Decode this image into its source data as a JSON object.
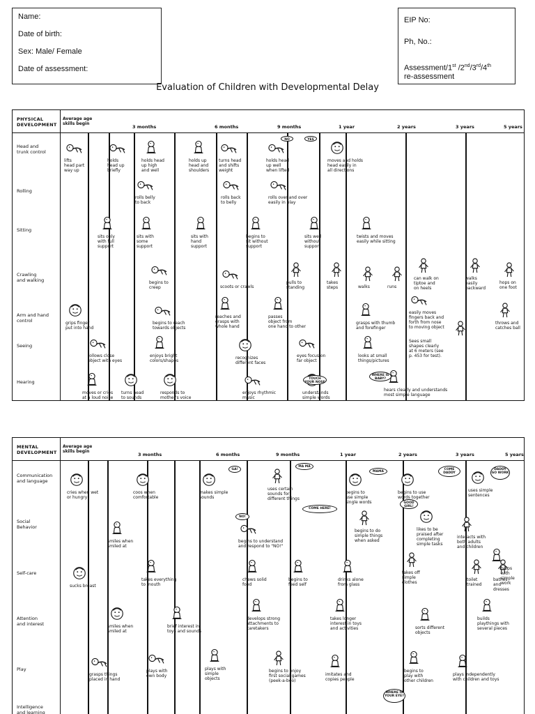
{
  "patient_box": {
    "name": "Name:",
    "dob": "Date of birth:",
    "sex": "Sex:  Male/ Female",
    "assessment_date": "Date of assessment:"
  },
  "eip_box": {
    "eip": "EIP No:",
    "phone": "Ph, No.:",
    "assessment_a": "Assessment/1",
    "sup1": "st",
    "sep1": " /2",
    "sup2": "nd",
    "sep2": "/3",
    "sup3": "rd",
    "sep3": "/4",
    "sup4": "th",
    "reassess": "re-assessment"
  },
  "title": "Evaluation of Children with Developmental Delay",
  "physical": {
    "section": [
      "PHYSICAL",
      "DEVELOPMENT"
    ],
    "age_begin": [
      "Average age",
      "skills begin"
    ],
    "ages": [
      "3 months",
      "6 months",
      "9 months",
      "1 year",
      "2 years",
      "3 years",
      "5 years"
    ],
    "rows": [
      [
        "Head and",
        "trunk control"
      ],
      [
        "Rolling"
      ],
      [
        "Sitting"
      ],
      [
        "Crawling",
        "and walking"
      ],
      [
        "Arm and hand",
        "control"
      ],
      [
        "Seeing"
      ],
      [
        "Hearing"
      ]
    ],
    "captions": [
      [
        "lifts",
        "head part",
        "way up"
      ],
      [
        "holds",
        "head up",
        "briefly"
      ],
      [
        "holds head",
        "up high",
        "and well"
      ],
      [
        "holds up",
        "head and",
        "shoulders"
      ],
      [
        "turns head",
        "and shifts",
        "weight"
      ],
      [
        "holds head",
        "up well",
        "when lifted"
      ],
      [
        "moves and holds",
        "head easily in",
        "all directions"
      ],
      [
        "rolls belly",
        "to back"
      ],
      [
        "rolls back",
        "to belly"
      ],
      [
        "rolls over and over",
        "easily in play"
      ],
      [
        "sits only",
        "with full",
        "support"
      ],
      [
        "sits with",
        "some",
        "support"
      ],
      [
        "sits with",
        "hand",
        "support"
      ],
      [
        "begins to",
        "sit without",
        "support"
      ],
      [
        "sits well",
        "without",
        "support"
      ],
      [
        "twists and moves",
        "easily while sitting"
      ],
      [
        "begins to",
        "creep"
      ],
      [
        "scoots or crawls"
      ],
      [
        "pulls to",
        "standing"
      ],
      [
        "takes",
        "steps"
      ],
      [
        "walks"
      ],
      [
        "runs"
      ],
      [
        "can walk on",
        "tiptoe and",
        "on heels"
      ],
      [
        "walks",
        "easily",
        "backward"
      ],
      [
        "hops on",
        "one foot"
      ],
      [
        "grips finger",
        "put into hand"
      ],
      [
        "begins to reach",
        "towards objects"
      ],
      [
        "reaches and",
        "grasps with",
        "whole hand"
      ],
      [
        "passes",
        "object from",
        "one hand to other"
      ],
      [
        "grasps with thumb",
        "and forefinger"
      ],
      [
        "easily moves",
        "fingers back and",
        "forth from nose",
        "to moving object"
      ],
      [
        "throws and",
        "catches ball"
      ],
      [
        "follows close",
        "object with eyes"
      ],
      [
        "enjoys bright",
        "colors/shapes"
      ],
      [
        "recognizes",
        "different faces"
      ],
      [
        "eyes focus on",
        "far object"
      ],
      [
        "looks at small",
        "things/pictures"
      ],
      [
        "Sees small",
        "shapes clearly",
        "at 6 meters (see",
        "p. 453 for test)."
      ],
      [
        "moves or cries",
        "at a loud noise"
      ],
      [
        "turns head",
        "to sounds"
      ],
      [
        "responds to",
        "mother's voice"
      ],
      [
        "enjoys rhythmic",
        "music"
      ],
      [
        "understands",
        "simple words"
      ],
      [
        "hears clearly and understands",
        "most simple language"
      ]
    ],
    "bubbles": [
      "NO",
      "YES",
      "TOUCH YOUR NOSE",
      "WHERE IS BABY?"
    ]
  },
  "mental": {
    "section": [
      "MENTAL",
      "DEVELOPMENT"
    ],
    "age_begin": [
      "Average age",
      "skills begin"
    ],
    "ages": [
      "3 months",
      "6 months",
      "9 months",
      "1 year",
      "2 years",
      "3 years",
      "5 years"
    ],
    "rows": [
      [
        "Communication",
        "and language"
      ],
      [
        "Social",
        "Behavior"
      ],
      [
        "Self-care"
      ],
      [
        "Attention",
        "and interest"
      ],
      [
        "Play"
      ],
      [
        "Intelligence",
        "and learning"
      ]
    ],
    "captions": [
      [
        "cries when wet",
        "or hungry"
      ],
      [
        "coos when",
        "comfortable"
      ],
      [
        "makes simple",
        "sounds"
      ],
      [
        "uses certain",
        "sounds for",
        "different things"
      ],
      [
        "begins to",
        "use simple",
        "single words"
      ],
      [
        "begins to use",
        "words together"
      ],
      [
        "uses simple",
        "sentences"
      ],
      [
        "smiles when",
        "smiled at"
      ],
      [
        "begins to understand",
        "and respond to \"NO!\""
      ],
      [
        "begins to do",
        "simple things",
        "when asked"
      ],
      [
        "likes to be",
        "praised after",
        "completing",
        "simple tasks"
      ],
      [
        "interacts with",
        "both adults",
        "and children"
      ],
      [
        "sucks breast"
      ],
      [
        "takes everything",
        "to mouth"
      ],
      [
        "chews solid",
        "food"
      ],
      [
        "begins to",
        "feed self"
      ],
      [
        "drinks alone",
        "from glass"
      ],
      [
        "takes off",
        "simple",
        "clothes"
      ],
      [
        "toilet",
        "trained"
      ],
      [
        "bathes",
        "and",
        "dresses"
      ],
      [
        "helps",
        "with",
        "simple",
        "work"
      ],
      [
        "smiles when",
        "smiled at"
      ],
      [
        "brief interest in",
        "toys and sounds"
      ],
      [
        "develops strong",
        "attachments to",
        "caretakers"
      ],
      [
        "takes longer",
        "interest in toys",
        "and activities"
      ],
      [
        "sorts different",
        "objects"
      ],
      [
        "builds",
        "playthings with",
        "several pieces"
      ],
      [
        "grasps things",
        "placed in hand"
      ],
      [
        "plays with",
        "own body"
      ],
      [
        "plays with",
        "simple",
        "objects"
      ],
      [
        "begins to enjoy",
        "first social games",
        "(peek-a-boo)"
      ],
      [
        "imitates and",
        "copies people"
      ],
      [
        "begins to",
        "play with",
        "other children"
      ],
      [
        "plays independently",
        "with children and toys"
      ]
    ],
    "bubbles": [
      "GA!",
      "MA MA",
      "MAMA",
      "COME HERE!",
      "NO!",
      "GOOD GIRL!",
      "COME DADDY",
      "DADDY GO WORK",
      "WHERE IS YOUR EYE?"
    ]
  }
}
